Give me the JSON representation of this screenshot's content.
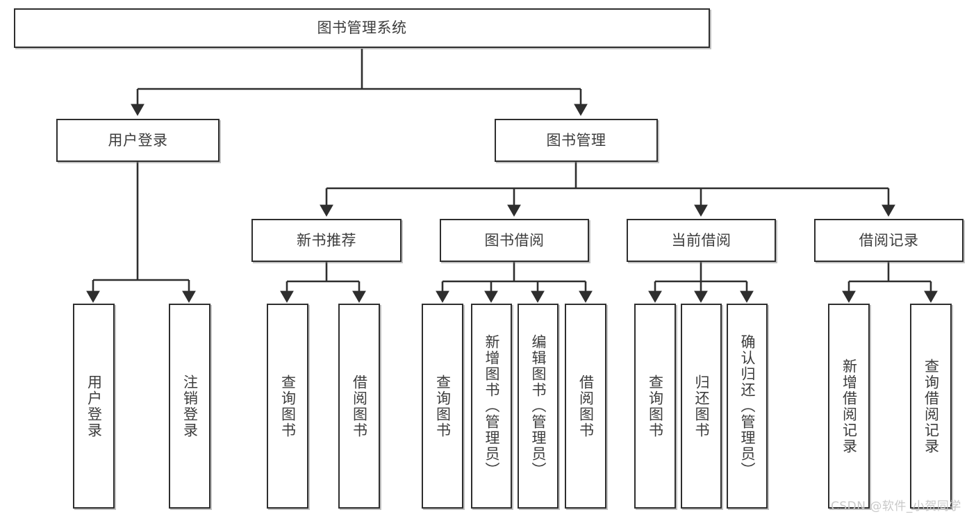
{
  "diagram": {
    "title": "图书管理系统",
    "type": "tree-hierarchy",
    "root": {
      "label": "图书管理系统"
    },
    "level2": [
      {
        "label": "用户登录"
      },
      {
        "label": "图书管理"
      }
    ],
    "level3": [
      {
        "label": "新书推荐"
      },
      {
        "label": "图书借阅"
      },
      {
        "label": "当前借阅"
      },
      {
        "label": "借阅记录"
      }
    ],
    "leaves": {
      "user_login": [
        {
          "label": "用户登录"
        },
        {
          "label": "注销登录"
        }
      ],
      "new_book_recommend": [
        {
          "label": "查询图书"
        },
        {
          "label": "借阅图书"
        }
      ],
      "book_borrow": [
        {
          "label": "查询图书"
        },
        {
          "label": "新增图书（管理员）"
        },
        {
          "label": "编辑图书（管理员）"
        },
        {
          "label": "借阅图书"
        }
      ],
      "current_borrow": [
        {
          "label": "查询图书"
        },
        {
          "label": "归还图书"
        },
        {
          "label": "确认归还（管理员）"
        }
      ],
      "borrow_record": [
        {
          "label": "新增借阅记录"
        },
        {
          "label": "查询借阅记录"
        }
      ]
    }
  },
  "watermark": {
    "text": "CSDN @软件_小贺同学"
  },
  "colors": {
    "background": "#ffffff",
    "box_border": "#2e2e2e",
    "text": "#3c3c3c",
    "connector": "#2e2e2e",
    "watermark": "#c9c9c9"
  }
}
